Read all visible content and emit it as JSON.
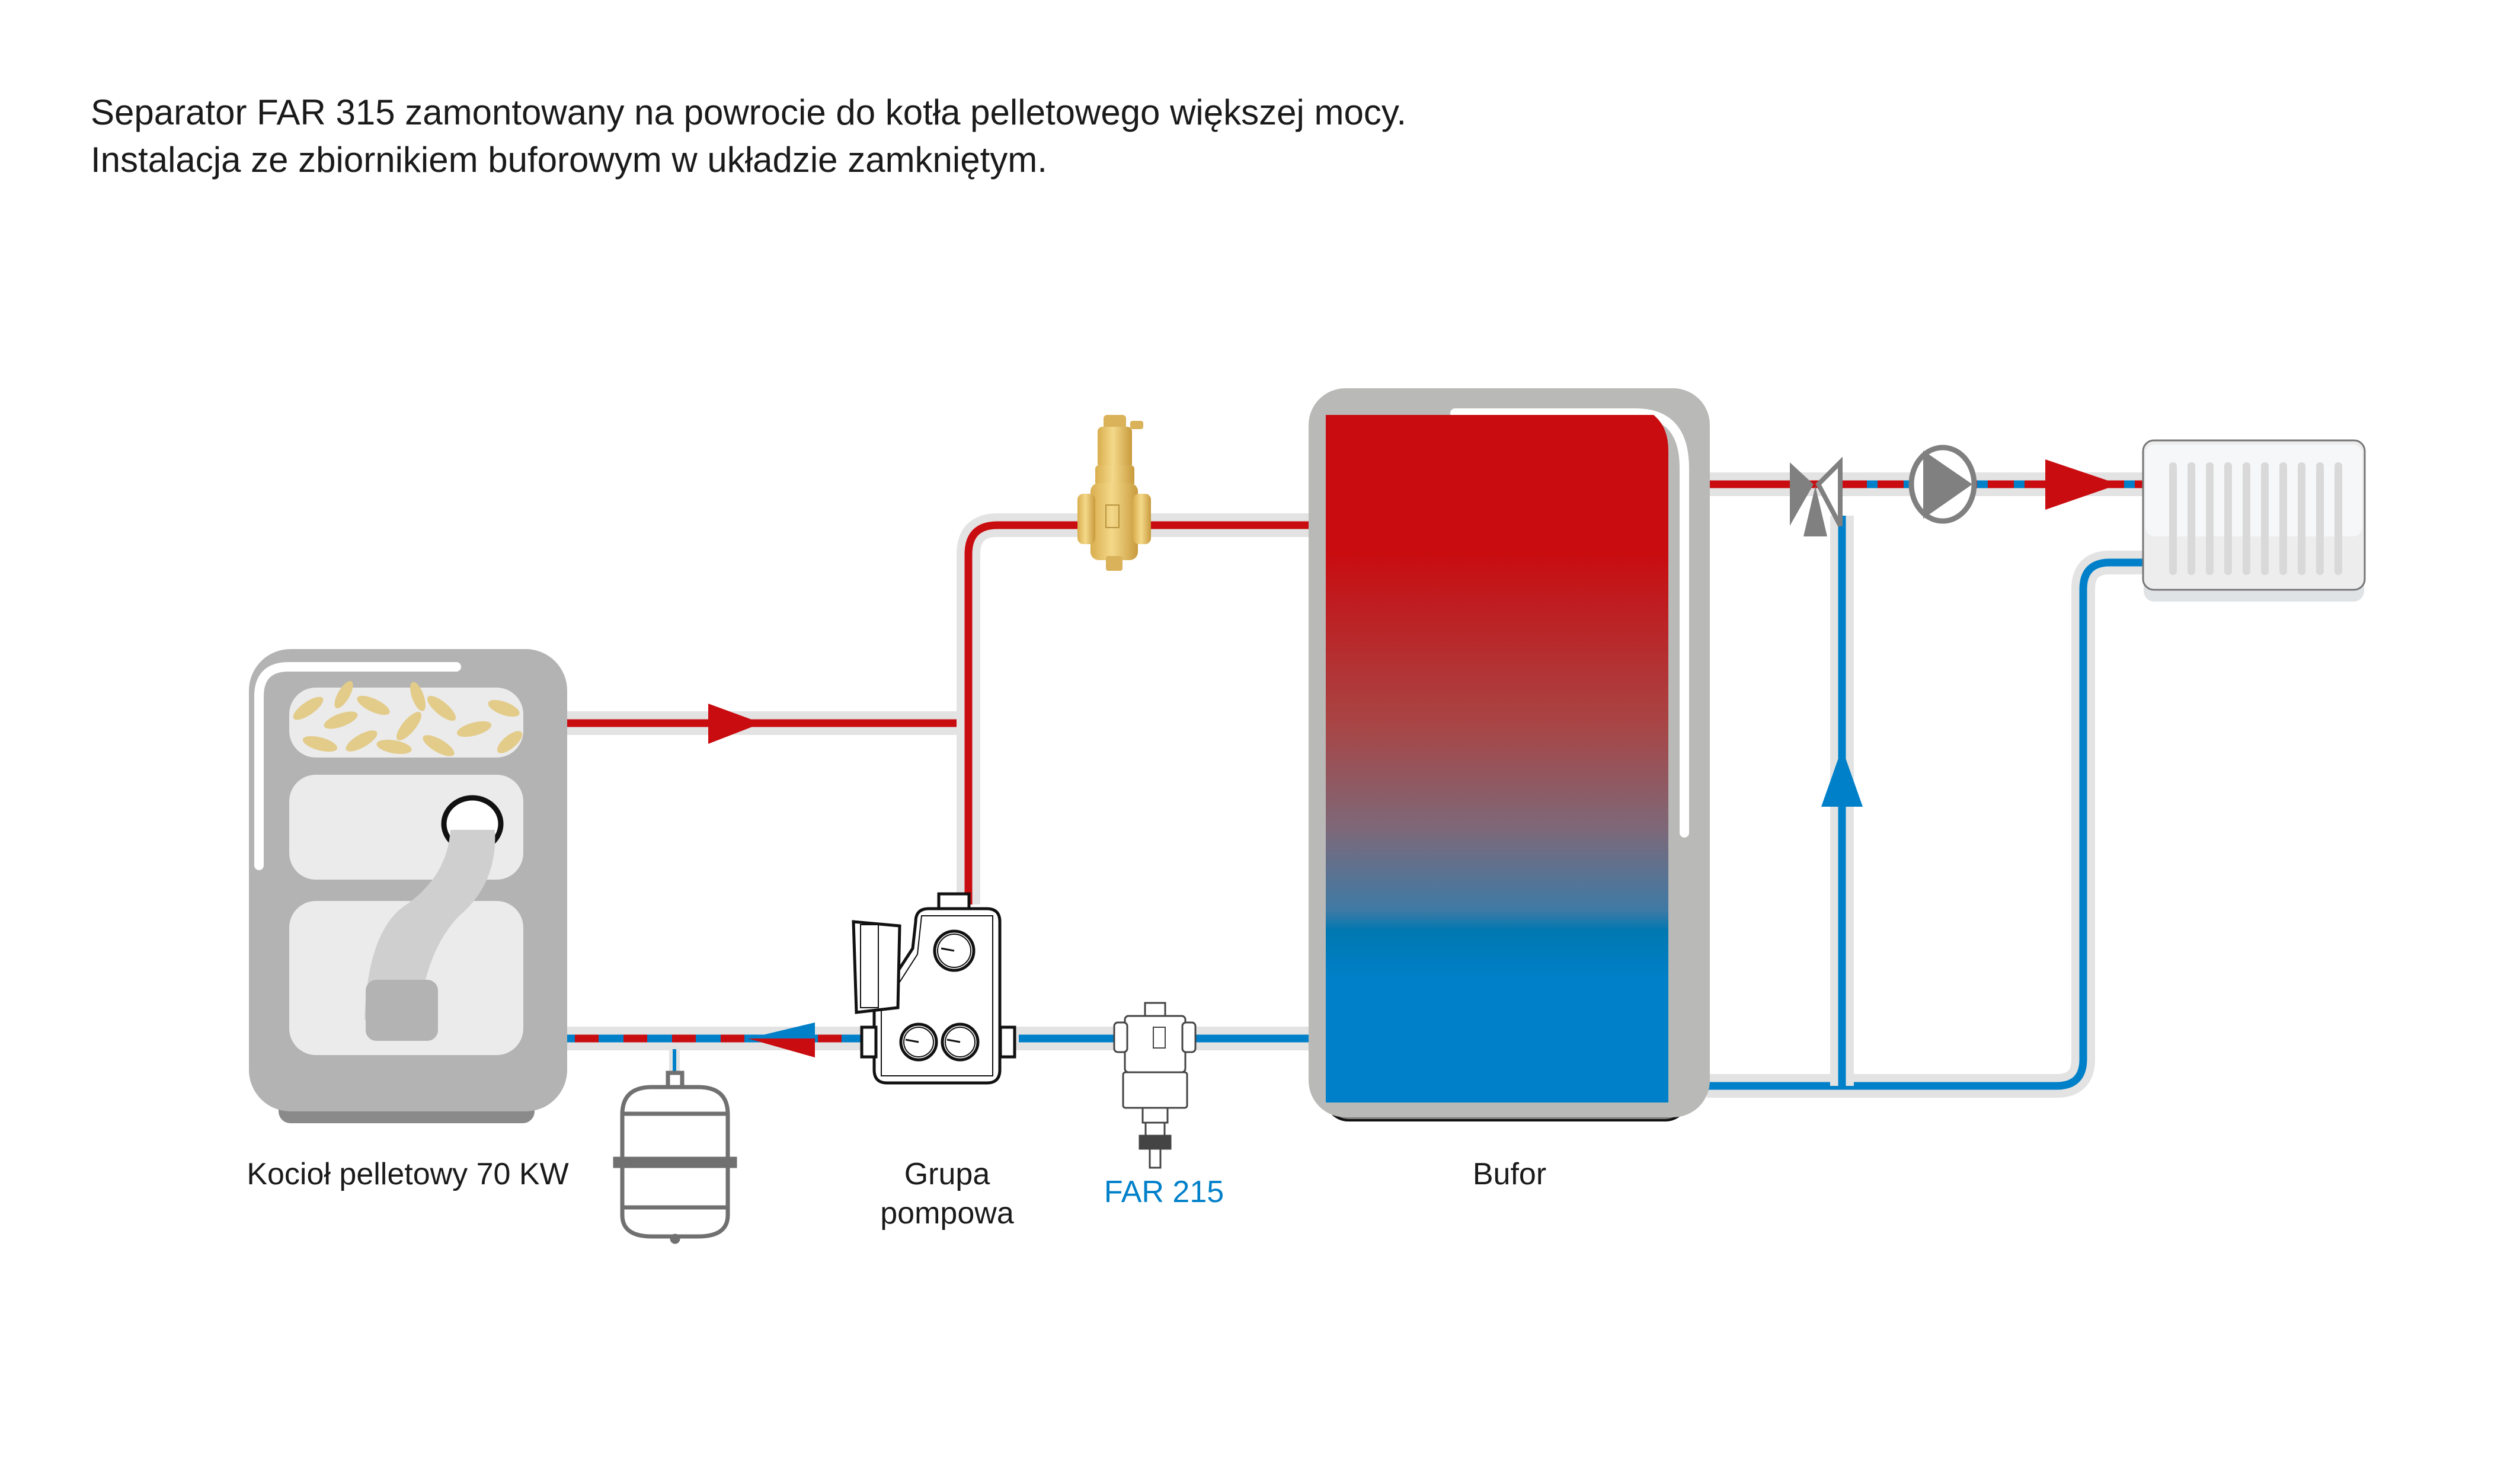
{
  "title": {
    "line1": "Separator FAR 315 zamontowany na powrocie do kotła pelletowego większej mocy.",
    "line2": "Instalacja ze zbiornikiem buforowym w układzie zamkniętym."
  },
  "labels": {
    "boiler": "Kocioł pelletowy 70 KW",
    "pump_group_line1": "Grupa",
    "pump_group_line2": "pompowa",
    "filter": "FAR 215",
    "buffer": "Bufor"
  },
  "components": {
    "boiler": "pellet-boiler-icon",
    "separator": "separator-valve-icon",
    "pump_group": "pump-group-icon",
    "filter": "magnetic-filter-icon",
    "expansion_tank": "expansion-tank-icon",
    "buffer": "buffer-tank-icon",
    "mixing_valve": "three-way-valve-icon",
    "circulation_pump": "pump-icon",
    "radiator": "radiator-icon"
  },
  "colors": {
    "hot": "#C90C10",
    "cold": "#0080C9",
    "pipe_sleeve": "#E3E3E3",
    "casing": "#B3B3B3",
    "label_accent": "#0080C9",
    "brass": "#E6C46A"
  }
}
